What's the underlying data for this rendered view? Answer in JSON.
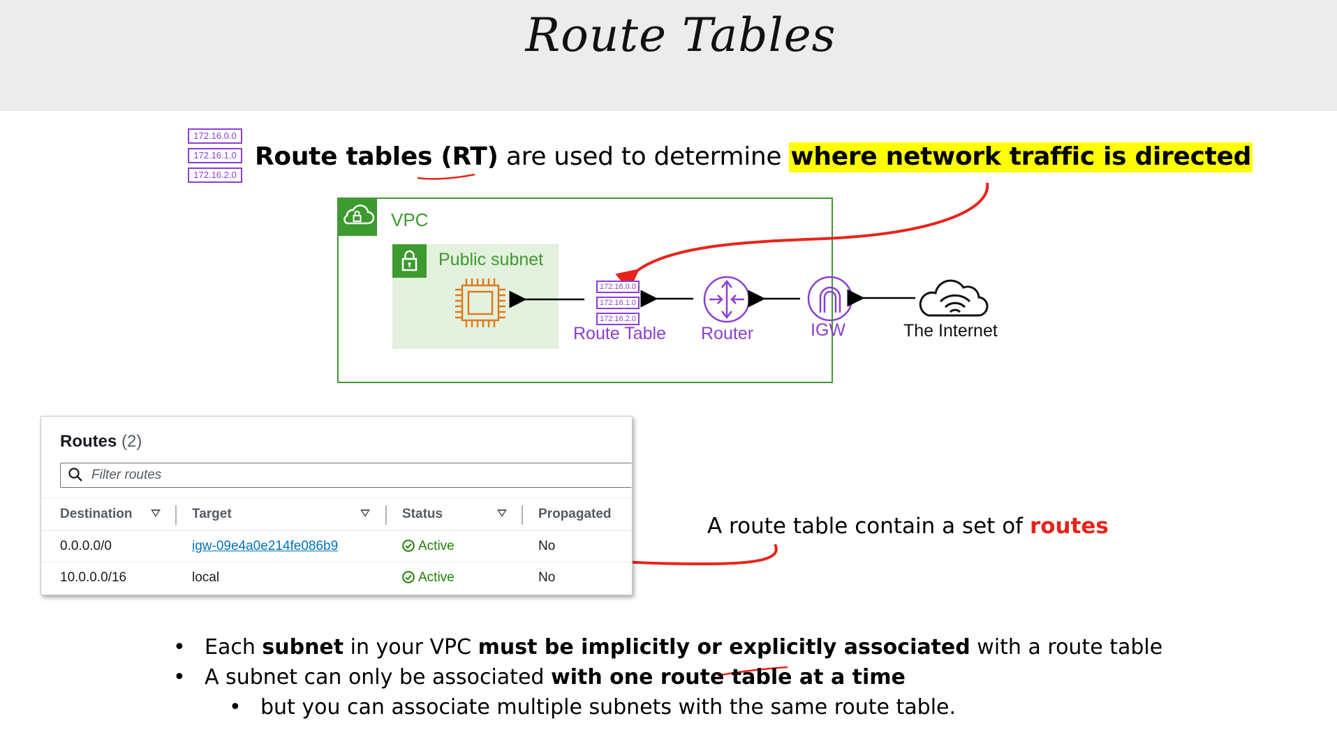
{
  "slide": {
    "title": "Route Tables"
  },
  "route_table_icon": {
    "cells": [
      "172.16.0.0",
      "172.16.1.0",
      "172.16.2.0"
    ]
  },
  "headline": {
    "part1": "Route tables (RT)",
    "part2": " are used to determine ",
    "highlight": "where network traffic is directed",
    "highlight_color": "#ffff00"
  },
  "diagram": {
    "vpc_label": "VPC",
    "subnet_label": "Public subnet",
    "route_table_label": "Route Table",
    "router_label": "Router",
    "igw_label": "IGW",
    "internet_label": "The Internet",
    "colors": {
      "vpc_green": "#3d9a2e",
      "subnet_fill": "#e3f1de",
      "purple": "#8a3fd1",
      "ec2_orange": "#e07a1f",
      "annotation_red": "#e8231a"
    },
    "icons": [
      "cloud-lock-icon",
      "padlock-icon",
      "chip-icon",
      "route-table-icon",
      "router-icon",
      "igw-icon",
      "internet-cloud-icon"
    ]
  },
  "routes_panel": {
    "title": "Routes",
    "count": "(2)",
    "filter_placeholder": "Filter routes",
    "columns": [
      "Destination",
      "Target",
      "Status",
      "Propagated"
    ],
    "rows": [
      {
        "destination": "0.0.0.0/0",
        "target": "igw-09e4a0e214fe086b9",
        "target_is_link": true,
        "status": "Active",
        "propagated": "No"
      },
      {
        "destination": "10.0.0.0/16",
        "target": "local",
        "target_is_link": false,
        "status": "Active",
        "propagated": "No"
      }
    ]
  },
  "note": {
    "prefix": "A route table contain a set of ",
    "emphasis": "routes"
  },
  "bullets": {
    "b1": {
      "t1": "Each ",
      "b1": "subnet",
      "t2": " in your VPC ",
      "b2": "must be implicitly or explicitly associated",
      "t3": " with a route table"
    },
    "b2": {
      "t1": "A subnet can only be associated ",
      "b1": "with one route table at a time"
    },
    "b3": {
      "t1": "but you can associate multiple subnets with the same route table."
    },
    "marker": "•"
  }
}
